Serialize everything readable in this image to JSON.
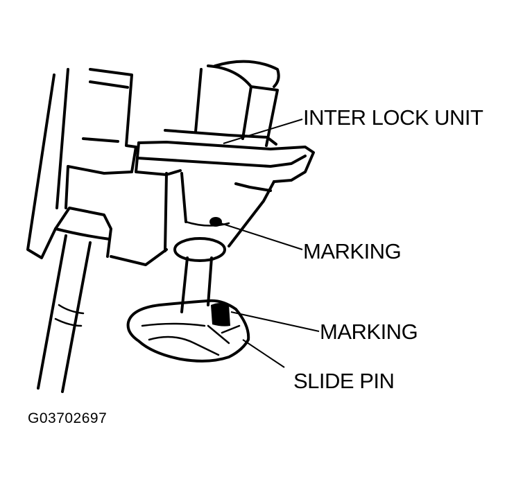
{
  "figure": {
    "callouts": {
      "inter_lock_unit": "INTER LOCK UNIT",
      "marking_upper": "MARKING",
      "marking_lower": "MARKING",
      "slide_pin": "SLIDE PIN"
    },
    "figure_code": "G03702697",
    "colors": {
      "line": "#000000",
      "background": "#ffffff"
    }
  }
}
